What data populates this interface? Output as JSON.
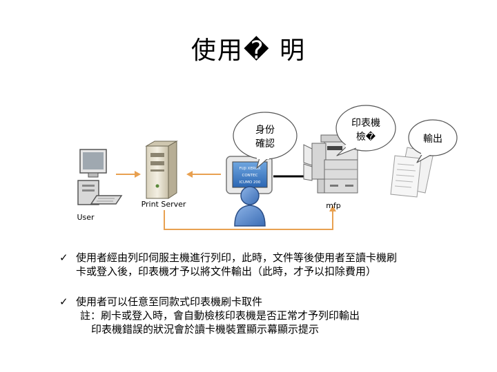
{
  "title": "使用� 明",
  "diagram": {
    "user_label": "User",
    "server_label": "Print Server",
    "mfp_label": "mfp",
    "bubble_identity": [
      "身份",
      "確認"
    ],
    "bubble_printer_check": [
      "印表機",
      "檢�"
    ],
    "bubble_output": "輸出",
    "card_reader_screen": [
      "FUJI XEROX",
      "CONTEC",
      "ICUMO 200"
    ]
  },
  "bullets": [
    {
      "check": "✓",
      "lines": [
        "使用者經由列印伺服主機進行列印，此時，文件等後使用者至讀卡機刷",
        "卡或登入後，印表機才予以將文件輸出（此時，才予以扣除費用）"
      ]
    },
    {
      "check": "✓",
      "lines": [
        "使用者可以任意至同款式印表機刷卡取件",
        "註：刷卡或登入時，會自動檢核印表機是否正常才予列印輸出",
        "印表機錯誤的狀況會於讀卡機裝置顯示幕顯示提示"
      ]
    }
  ]
}
